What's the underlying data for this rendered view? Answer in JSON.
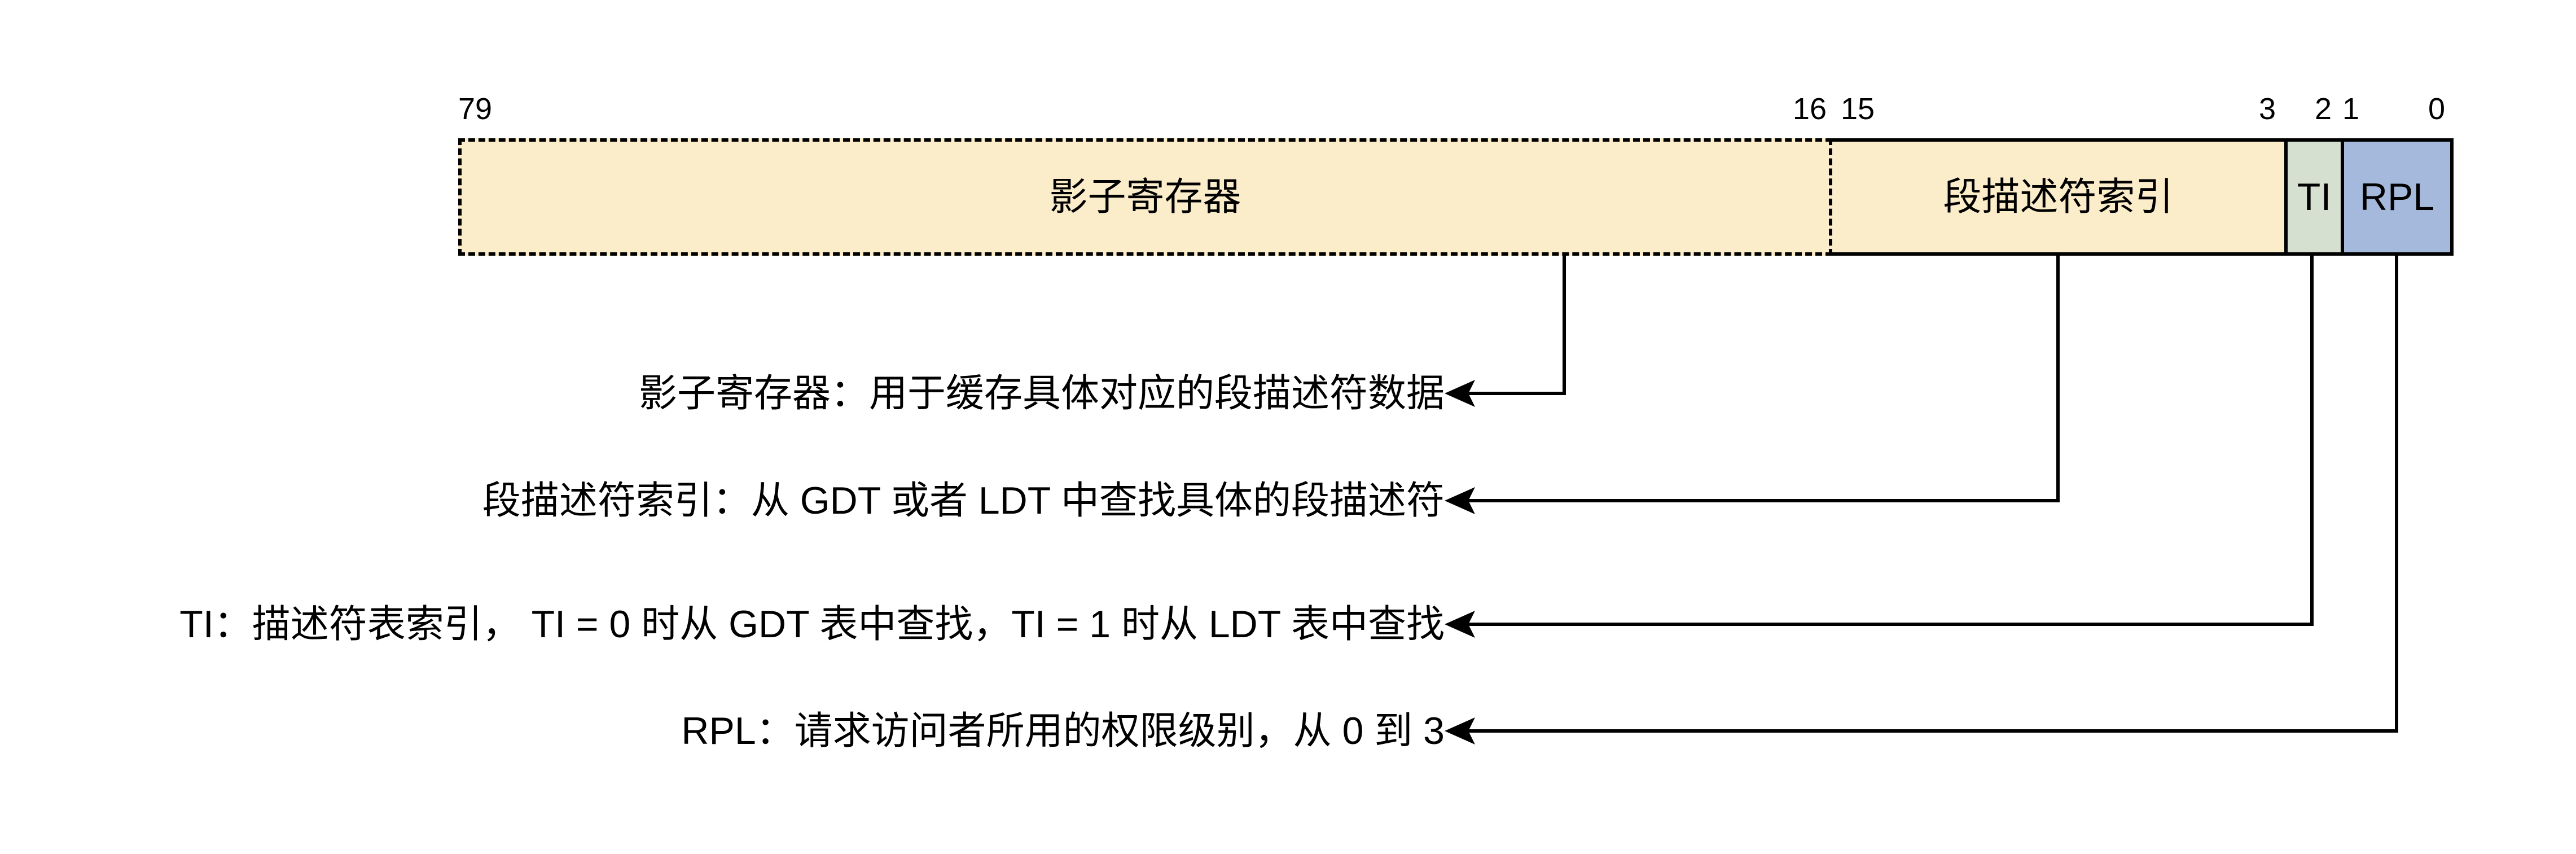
{
  "register": {
    "bit_labels": [
      "79",
      "16",
      "15",
      "3",
      "2",
      "1",
      "0"
    ],
    "sections": [
      {
        "name": "shadow-register",
        "label": "影子寄存器",
        "bits": "79-16",
        "fill": "#FCEDCA",
        "border_style": "dashed"
      },
      {
        "name": "descriptor-index",
        "label": "段描述符索引",
        "bits": "15-3",
        "fill": "#FCEDCA",
        "border_style": "solid"
      },
      {
        "name": "ti",
        "label": "TI",
        "bits": "2",
        "fill": "#D6E0D1",
        "border_style": "solid"
      },
      {
        "name": "rpl",
        "label": "RPL",
        "bits": "1-0",
        "fill": "#A4B9DC",
        "border_style": "solid"
      }
    ]
  },
  "annotations": [
    {
      "target": "shadow-register",
      "text": "影子寄存器：用于缓存具体对应的段描述符数据"
    },
    {
      "target": "descriptor-index",
      "text": "段描述符索引：从 GDT 或者 LDT 中查找具体的段描述符"
    },
    {
      "target": "ti",
      "text": "TI：描述符表索引， TI = 0 时从 GDT 表中查找，TI = 1 时从 LDT 表中查找"
    },
    {
      "target": "rpl",
      "text": "RPL：请求访问者所用的权限级别，从 0 到 3"
    }
  ],
  "colors": {
    "field_fill": "#FCEDCA",
    "ti_fill": "#D6E0D1",
    "rpl_fill": "#A4B9DC",
    "line": "#000000",
    "background": "#FFFFFF"
  }
}
